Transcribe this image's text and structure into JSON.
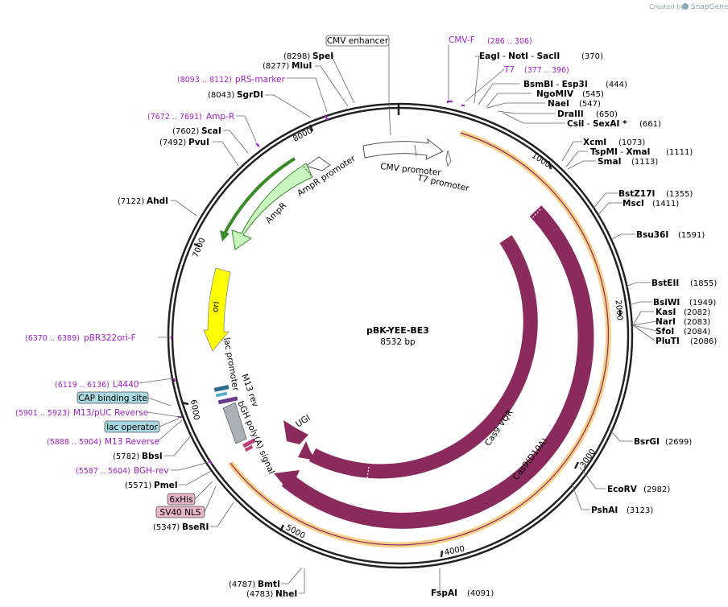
{
  "credit": {
    "created_by": "Created by",
    "brand": "SnapGene"
  },
  "plasmid": {
    "name": "pBK-YEE-BE3",
    "length_label": "8532 bp",
    "length": 8532
  },
  "ticks": [
    "1000",
    "2000",
    "3000",
    "4000",
    "5000",
    "6000",
    "7000",
    "8000"
  ],
  "sites_right": [
    {
      "name": "EagI",
      "sep": " - ",
      "name2": "NotI",
      "sep2": " - ",
      "name3": "SacII",
      "pos": "(370)"
    },
    {
      "name": "BsmBI",
      "sep": " - ",
      "name2": "Esp3I",
      "pos": "(444)"
    },
    {
      "name": "NgoMIV",
      "pos": "(545)"
    },
    {
      "name": "NaeI",
      "pos": "(547)"
    },
    {
      "name": "DraIII",
      "pos": "(650)"
    },
    {
      "name": "CsiI",
      "sep": " - ",
      "name2": "SexAI *",
      "pos": "(661)"
    },
    {
      "name": "XcmI",
      "pos": "(1073)"
    },
    {
      "name": "TspMI",
      "sep": " - ",
      "name2": "XmaI",
      "pos": "(1111)"
    },
    {
      "name": "SmaI",
      "pos": "(1113)"
    },
    {
      "name": "BstZ17I",
      "pos": "(1355)"
    },
    {
      "name": "MscI",
      "pos": "(1411)"
    },
    {
      "name": "Bsu36I",
      "pos": "(1591)"
    },
    {
      "name": "BstEII",
      "pos": "(1855)"
    },
    {
      "name": "BsiWI",
      "pos": "(1949)"
    },
    {
      "name": "KasI",
      "pos": "(2082)"
    },
    {
      "name": "NarI",
      "pos": "(2083)"
    },
    {
      "name": "SfoI",
      "pos": "(2084)"
    },
    {
      "name": "PluTI",
      "pos": "(2086)"
    },
    {
      "name": "BsrGI",
      "pos": "(2699)"
    },
    {
      "name": "EcoRV",
      "pos": "(2982)"
    },
    {
      "name": "PshAI",
      "pos": "(3123)"
    },
    {
      "name": "FspAI",
      "pos": "(4091)"
    }
  ],
  "sites_left": [
    {
      "name": "SpeI",
      "pos": "(8298)"
    },
    {
      "name": "MluI",
      "pos": "(8277)"
    },
    {
      "name": "SgrDI",
      "pos": "(8043)"
    },
    {
      "name": "ScaI",
      "pos": "(7602)"
    },
    {
      "name": "PvuI",
      "pos": "(7492)"
    },
    {
      "name": "AhdI",
      "pos": "(7122)"
    },
    {
      "name": "BbsI",
      "pos": "(5782)"
    },
    {
      "name": "PmeI",
      "pos": "(5571)"
    },
    {
      "name": "BseRI",
      "pos": "(5347)"
    },
    {
      "name": "BmtI",
      "pos": "(4787)"
    },
    {
      "name": "NheI",
      "pos": "(4783)"
    }
  ],
  "primers": [
    {
      "name": "CMV-F",
      "range": "(286 .. 306)"
    },
    {
      "name": "T7",
      "range": "(377 .. 396)"
    },
    {
      "name": "pRS-marker",
      "range": "(8093 .. 8112)"
    },
    {
      "name": "Amp-R",
      "range": "(7672 .. 7691)"
    },
    {
      "name": "pBR322ori-F",
      "range": "(6370 .. 6389)"
    },
    {
      "name": "L4440",
      "range": "(6119 .. 6136)"
    },
    {
      "name": "M13/pUC Reverse",
      "range": "(5901 .. 5923)"
    },
    {
      "name": "M13 Reverse",
      "range": "(5888 .. 5904)"
    },
    {
      "name": "BGH-rev",
      "range": "(5587 .. 5604)"
    }
  ],
  "boxed_features": [
    {
      "name": "CMV enhancer",
      "style": "white"
    },
    {
      "name": "CAP binding site",
      "style": "teal"
    },
    {
      "name": "lac operator",
      "style": "teal"
    },
    {
      "name": "6xHis",
      "style": "pink"
    },
    {
      "name": "SV40 NLS",
      "style": "pink"
    }
  ],
  "features": {
    "cmv_promoter": "CMV promoter",
    "t7_promoter": "T7 promoter",
    "ampr_promoter": "AmpR promoter",
    "ampr": "AmpR",
    "ori": "ori",
    "lac_promoter": "lac promoter",
    "m13_rev": "M13 rev",
    "bgh": "bGH poly(A) signal",
    "ugi": "UGI",
    "cas9_vqr": "Cas9 VQR",
    "cas9_d10a": "Cas9(D10A)"
  },
  "colors": {
    "backbone": "#222222",
    "cas9": "#8b2a5c",
    "orf_highlight": "#f5b041",
    "ampr_fill": "#c8f5c0",
    "ampr_stroke": "#3a8a2a",
    "ori": "#ffff00",
    "primer": "#a020c8",
    "teal": "#a8d8e0",
    "pink": "#e8b4c8"
  }
}
